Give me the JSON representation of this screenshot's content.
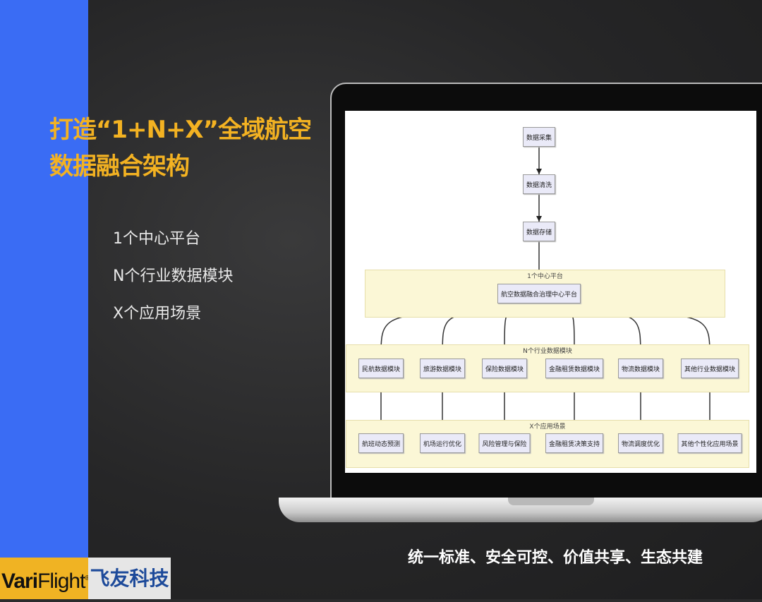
{
  "title_lines": [
    "打造“1+N+X”全域航空",
    "数据融合架构"
  ],
  "bullets": [
    "1个中心平台",
    "N个行业数据模块",
    "X个应用场景"
  ],
  "slogan": "统一标准、安全可控、价值共享、生态共建",
  "logo": {
    "en_bold": "Vari",
    "en_light": "Flight",
    "reg": "®",
    "cn": "飞友科技"
  },
  "diagram": {
    "pipeline": [
      "数据采集",
      "数据清洗",
      "数据存储"
    ],
    "layer1": {
      "label": "1个中心平台",
      "node": "航空数据融合治理中心平台"
    },
    "layerN": {
      "label": "N个行业数据模块",
      "nodes": [
        "民航数据模块",
        "旅游数据模块",
        "保险数据模块",
        "金融租赁数据模块",
        "物流数据模块",
        "其他行业数据模块"
      ]
    },
    "layerX": {
      "label": "X个应用场景",
      "nodes": [
        "航班动态预测",
        "机场运行优化",
        "风险管理与保险",
        "金融租赁决策支持",
        "物流调度优化",
        "其他个性化应用场景"
      ]
    }
  },
  "colors": {
    "blue": "#3a6cf4",
    "yellow": "#f3b222"
  }
}
